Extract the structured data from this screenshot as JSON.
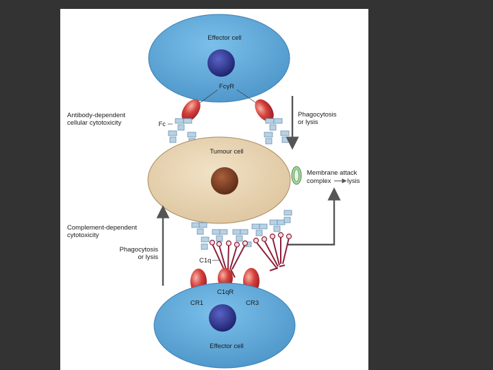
{
  "labels": {
    "effector_cell_top": "Effector cell",
    "effector_cell_bottom": "Effector cell",
    "tumour_cell": "Tumour cell",
    "fcgr": "FcγR",
    "fc": "Fc",
    "adcc_line1": "Antibody-dependent",
    "adcc_line2": "cellular cytotoxicity",
    "phago_top_line1": "Phagocytosis",
    "phago_top_line2": "or lysis",
    "mac_line1": "Membrane attack",
    "mac_line2a": "complex",
    "mac_line2b": "lysis",
    "cdc_line1": "Complement-dependent",
    "cdc_line2": "cytotoxicity",
    "phago_bottom_line1": "Phagocytosis",
    "phago_bottom_line2": "or lysis",
    "c1q": "C1q",
    "c1qr": "C1qR",
    "cr1": "CR1",
    "cr3": "CR3"
  },
  "colors": {
    "effector_fill": "#5fa8d8",
    "nucleus_blue": "#2f3592",
    "tumour_fill": "#e9d5b3",
    "nucleus_brown": "#7a3e24",
    "receptor_red": "#c8282e",
    "antibody_blue": "#b7d2e4",
    "complement_maroon": "#8c1e38",
    "mac_green": "#7fb87a",
    "arrow_gray": "#555555"
  }
}
